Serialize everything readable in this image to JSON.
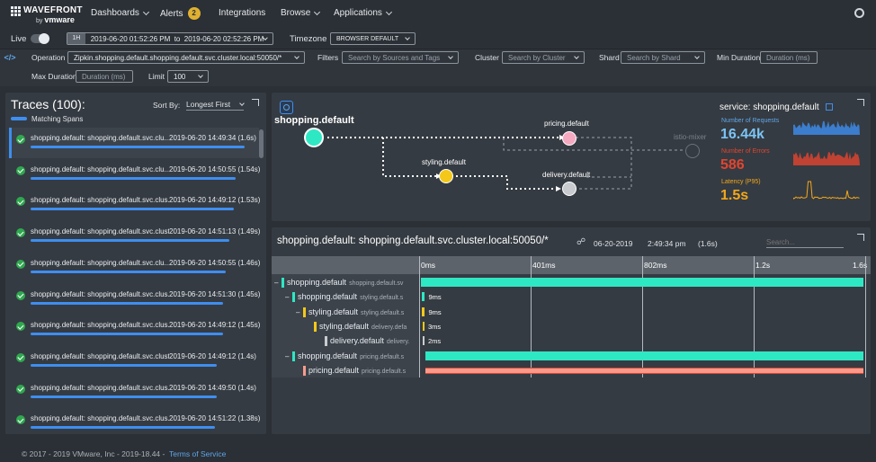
{
  "brand": {
    "name": "WAVEFRONT",
    "by": "by",
    "vendor": "vmware"
  },
  "nav": {
    "dashboards": "Dashboards",
    "alerts": "Alerts",
    "alerts_count": "2",
    "integrations": "Integrations",
    "browse": "Browse",
    "applications": "Applications"
  },
  "time": {
    "live": "Live",
    "range_unit": "1H",
    "range": "2019-06-20 01:52:26 PM  to  2019-06-20 02:52:26 PM",
    "timezone_label": "Timezone",
    "timezone": "BROWSER DEFAULT"
  },
  "filters": {
    "operation_label": "Operation",
    "operation": "Zipkin.shopping.default.shopping.default.svc.cluster.local:50050/*",
    "filters_label": "Filters",
    "filters_ph": "Search by Sources and Tags",
    "cluster_label": "Cluster",
    "cluster_ph": "Search by Cluster",
    "shard_label": "Shard",
    "shard_ph": "Search by Shard",
    "min_label": "Min Duration",
    "min_ph": "Duration (ms)",
    "max_label": "Max Duration",
    "max_ph": "Duration (ms)",
    "limit_label": "Limit",
    "limit": "100"
  },
  "traces": {
    "title": "Traces (100):",
    "sort_label": "Sort By:",
    "sort": "Longest First",
    "legend": "Matching Spans",
    "rows": [
      {
        "name": "shopping.default: shopping.default.svc.clu...",
        "time": "2019-06-20 14:49:34 (1.6s)",
        "frac": 1.0
      },
      {
        "name": "shopping.default: shopping.default.svc.clu...",
        "time": "2019-06-20 14:50:55 (1.54s)",
        "frac": 0.96
      },
      {
        "name": "shopping.default: shopping.default.svc.clus...",
        "time": "2019-06-20 14:49:12 (1.53s)",
        "frac": 0.95
      },
      {
        "name": "shopping.default: shopping.default.svc.clust...",
        "time": "2019-06-20 14:51:13 (1.49s)",
        "frac": 0.93
      },
      {
        "name": "shopping.default: shopping.default.svc.clu...",
        "time": "2019-06-20 14:50:55 (1.46s)",
        "frac": 0.91
      },
      {
        "name": "shopping.default: shopping.default.svc.clus...",
        "time": "2019-06-20 14:51:30 (1.45s)",
        "frac": 0.9
      },
      {
        "name": "shopping.default: shopping.default.svc.clus...",
        "time": "2019-06-20 14:49:12 (1.45s)",
        "frac": 0.9
      },
      {
        "name": "shopping.default: shopping.default.svc.clust...",
        "time": "2019-06-20 14:49:12 (1.4s)",
        "frac": 0.87
      },
      {
        "name": "shopping.default: shopping.default.svc.clus...",
        "time": "2019-06-20 14:49:50 (1.4s)",
        "frac": 0.87
      },
      {
        "name": "shopping.default: shopping.default.svc.clus...",
        "time": "2019-06-20 14:51:22 (1.38s)",
        "frac": 0.86
      }
    ]
  },
  "graph": {
    "root": "shopping.default",
    "pricing": "pricing.default",
    "styling": "styling.default",
    "delivery": "delivery.default",
    "istio": "istio-mixer"
  },
  "service": {
    "title": "service: shopping.default",
    "req_label": "Number of Requests",
    "req": "16.44k",
    "err_label": "Number of Errors",
    "err": "586",
    "lat_label": "Latency (P95)",
    "lat": "1.5s"
  },
  "detail": {
    "title": "shopping.default: shopping.default.svc.cluster.local:50050/*",
    "date": "06-20-2019",
    "time": "2:49:34 pm",
    "dur": "(1.6s)",
    "search_ph": "Search...",
    "ticks": [
      "0ms",
      "401ms",
      "802ms",
      "1.2s",
      "1.6s"
    ],
    "spans": [
      {
        "name": "shopping.default",
        "sub": "shopping.default.sv",
        "label": "",
        "color": "#2ee8c4",
        "start": 0,
        "width": 1.0
      },
      {
        "name": "shopping.default",
        "sub": "styling.default.s",
        "label": "9ms",
        "color": "#2ee8c4",
        "start": 0.003,
        "width": 0.006
      },
      {
        "name": "styling.default",
        "sub": "styling.default.s",
        "label": "9ms",
        "color": "#f3c81a",
        "start": 0.003,
        "width": 0.006
      },
      {
        "name": "styling.default",
        "sub": "delivery.defa",
        "label": "3ms",
        "color": "#f3c81a",
        "start": 0.004,
        "width": 0.002
      },
      {
        "name": "delivery.default",
        "sub": "delivery.",
        "label": "2ms",
        "color": "#c8ccd0",
        "start": 0.004,
        "width": 0.0013
      },
      {
        "name": "shopping.default",
        "sub": "pricing.default.s",
        "label": "",
        "color": "#2ee8c4",
        "start": 0.01,
        "width": 0.99
      },
      {
        "name": "pricing.default",
        "sub": "pricing.default.s",
        "label": "",
        "color": "#f79b8c",
        "start": 0.01,
        "width": 0.99
      }
    ]
  },
  "footer": {
    "copyright": "© 2017 - 2019 VMware, Inc - 2019-18.44 -",
    "tos": "Terms of Service"
  },
  "colors": {
    "accent": "#3e8ef0",
    "teal": "#2ee8c4",
    "error": "#e2452f",
    "latency": "#f3a81a",
    "pink": "#f5a9c0"
  }
}
